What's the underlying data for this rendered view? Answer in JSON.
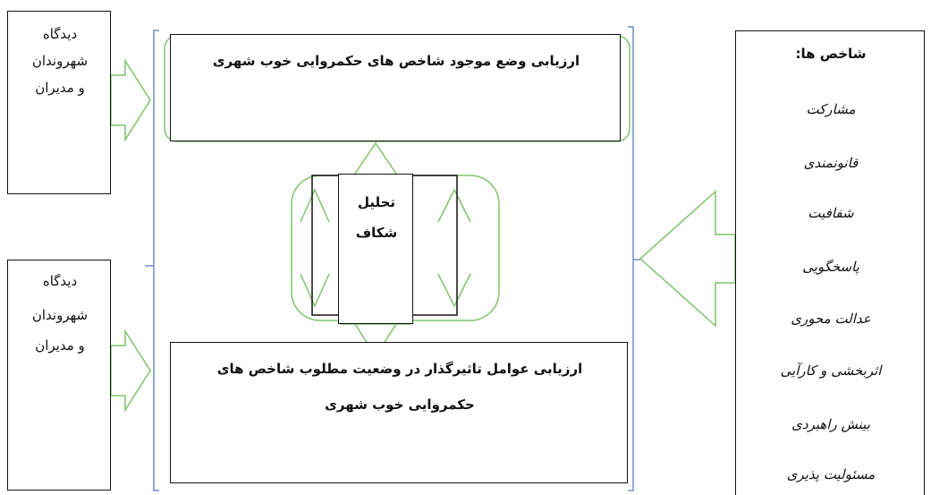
{
  "left_boxes": [
    {
      "lines": [
        "دیدگاه",
        "شهروندان",
        "و مدیران"
      ]
    },
    {
      "lines": [
        "دیدگاه",
        "شهروندان",
        "و مدیران"
      ]
    }
  ],
  "center": {
    "top_box": "ارزیابی وضع موجود شاخص های حکمروایی خوب شهری",
    "middle_box": [
      "تحلیل",
      "شکاف"
    ],
    "bottom_box": [
      "ارزیابی عوامل تاثیرگذار در وضعیت مطلوب شاخص های",
      "حکمروایی خوب شهری"
    ]
  },
  "indicators": {
    "title": "شاخص ها:",
    "items": [
      "مشارکت",
      "قانونمندی",
      "شفافیت",
      "پاسخگویی",
      "عدالت محوری",
      "اثربخشی و کارآیی",
      "بینش راهبردی",
      "مسئولیت پذیری"
    ]
  },
  "colors": {
    "arrow": "#7fc46a",
    "frame": "#6f8fc8",
    "border": "#111111"
  }
}
